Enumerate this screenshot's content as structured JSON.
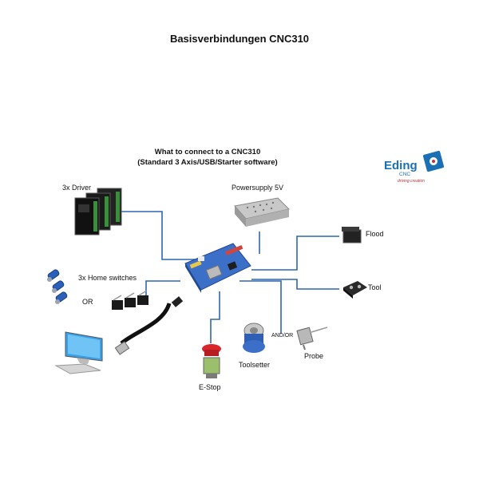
{
  "title": "Basisverbindungen CNC310",
  "subtitle": {
    "line1": "What to connect to a CNC310",
    "line2": "(Standard 3 Axis/USB/Starter software)"
  },
  "logo": {
    "word": "Eding",
    "sub": "CNC",
    "tagline": "driving creation",
    "color": "#1a6fb5",
    "accent": "#c2303a"
  },
  "wire_color": "#2f67b3",
  "labels": {
    "driver": "3x Driver",
    "powersupply": "Powersupply 5V",
    "flood": "Flood",
    "home_switches": "3x Home switches",
    "or": "OR",
    "tool": "Tool",
    "and_or": "AND/OR",
    "probe": "Probe",
    "toolsetter": "Toolsetter",
    "estop": "E-Stop"
  }
}
